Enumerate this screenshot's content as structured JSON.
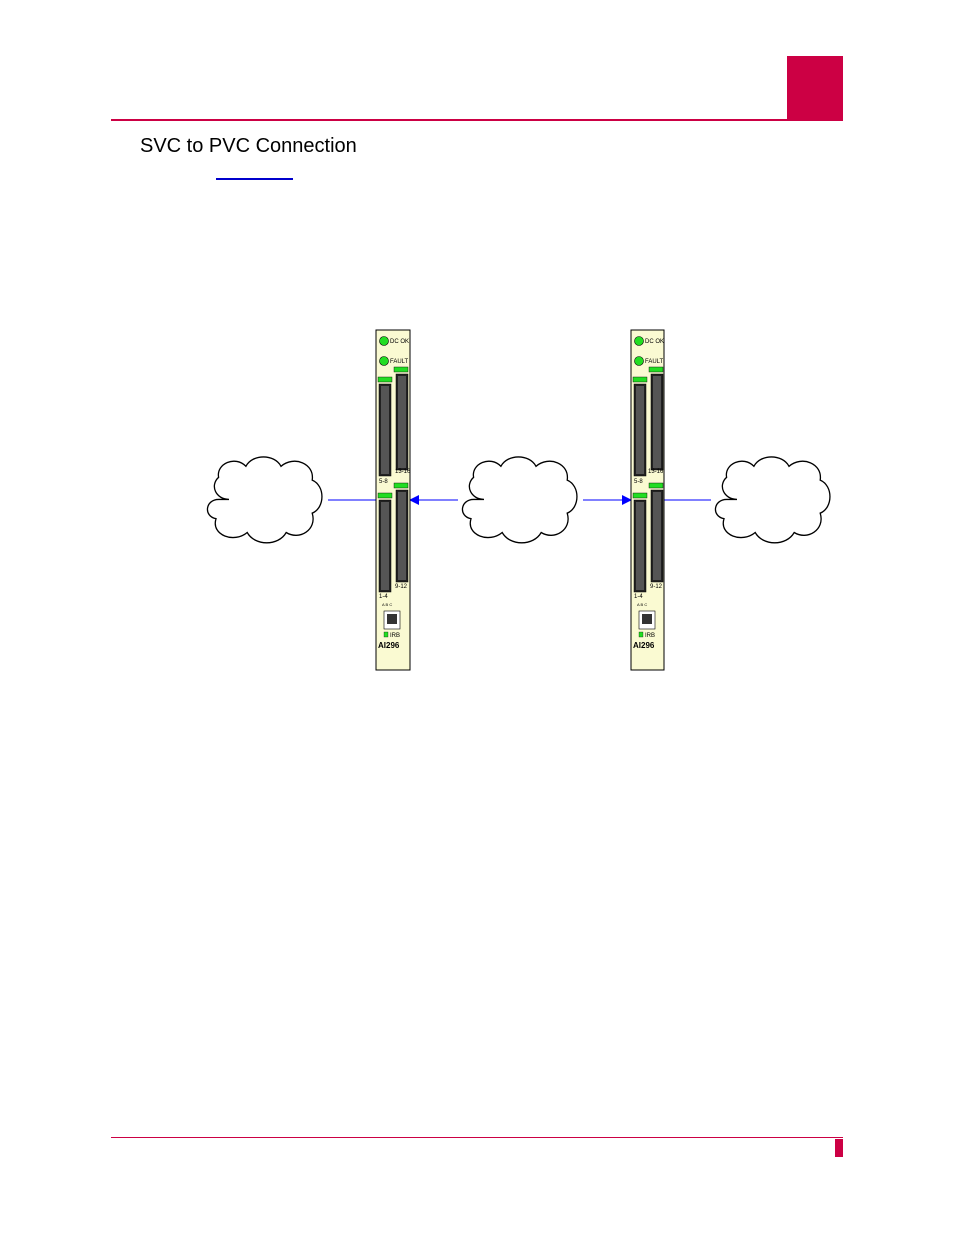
{
  "page": {
    "heading": "SVC to PVC Connection",
    "colors": {
      "accent": "#cc0044",
      "link": "#0000cc",
      "connector": "#0000ff",
      "card_face": "#fafad2",
      "led_green": "#22dd22"
    }
  },
  "diagram": {
    "cards": [
      {
        "led_dc_ok": "DC OK",
        "led_fault": "FAULT",
        "port_upper_right": "13-16",
        "port_upper_left": "5-8",
        "port_lower_left": "1-4",
        "port_lower_right": "9-12",
        "small_leds": "A B C",
        "irb": "IRB",
        "model": "AI296"
      },
      {
        "led_dc_ok": "DC OK",
        "led_fault": "FAULT",
        "port_upper_right": "13-16",
        "port_upper_left": "5-8",
        "port_lower_left": "1-4",
        "port_lower_right": "9-12",
        "small_leds": "A B C",
        "irb": "IRB",
        "model": "AI296"
      }
    ],
    "clouds": [
      {
        "icon": "cloud-icon"
      },
      {
        "icon": "cloud-icon"
      },
      {
        "icon": "cloud-icon"
      }
    ]
  }
}
